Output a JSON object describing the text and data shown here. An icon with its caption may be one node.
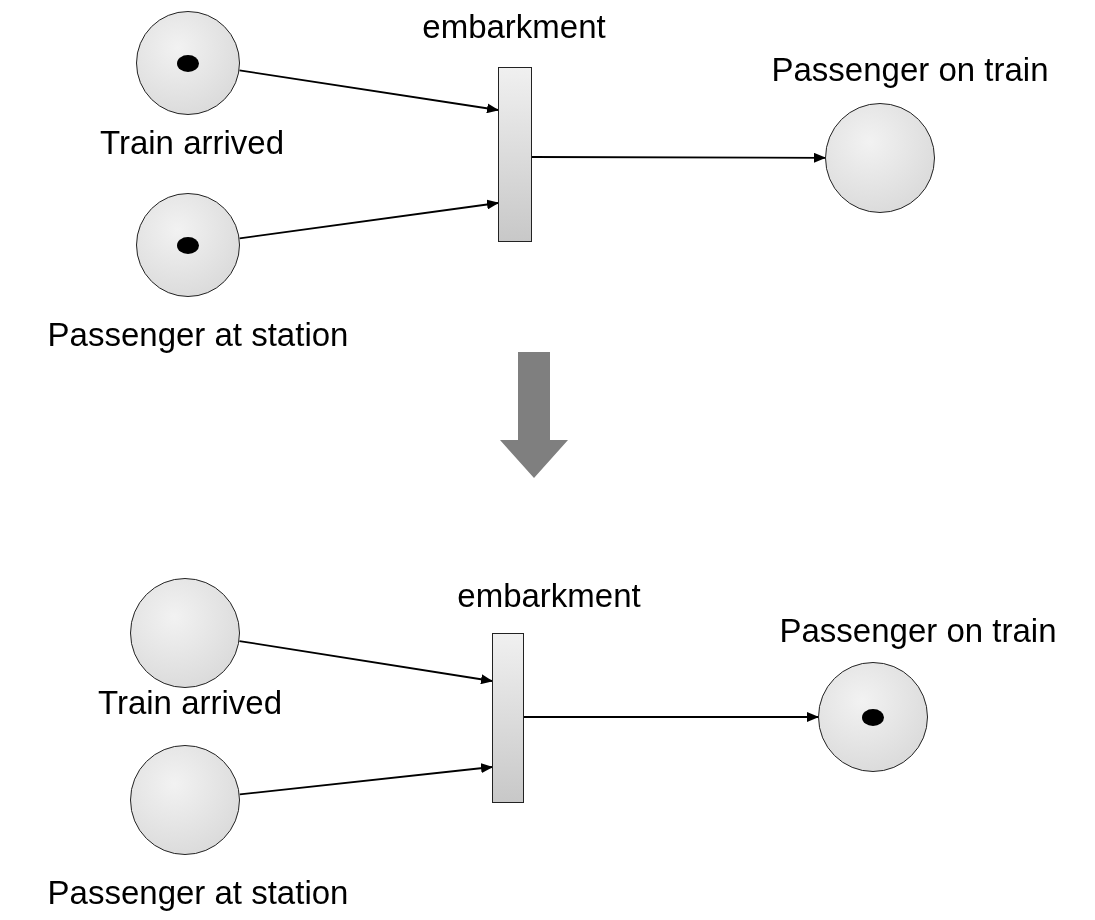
{
  "diagram": {
    "nodes": [
      {
        "text": [
          "Train arrived"
        ]
      },
      {
        "text": [],
        "shape": "circle",
        "in": 0
      },
      {
        "text": [
          "Passenger at station"
        ]
      },
      {
        "text": [],
        "shape": "circle",
        "in": 2
      },
      {
        "text": [
          "embarkment"
        ]
      },
      {
        "text": [
          "Passenger on train"
        ]
      },
      {
        "text": [
          "Train arrived"
        ]
      },
      {
        "text": [
          "Passenger at station"
        ]
      },
      {
        "text": [
          "embarkment"
        ]
      },
      {
        "text": [
          "Passenger on train"
        ]
      },
      {
        "text": [],
        "shape": "circle",
        "in": 9
      }
    ],
    "edges": [
      {
        "from": 0,
        "to": 4,
        "arrow": "to"
      },
      {
        "from": 2,
        "to": 4,
        "arrow": "to"
      },
      {
        "from": 4,
        "to": 5,
        "arrow": "to"
      },
      {
        "from": 6,
        "to": 8,
        "arrow": "to"
      },
      {
        "from": 7,
        "to": 8,
        "arrow": "to"
      },
      {
        "from": 8,
        "to": 9,
        "arrow": "to"
      }
    ]
  }
}
